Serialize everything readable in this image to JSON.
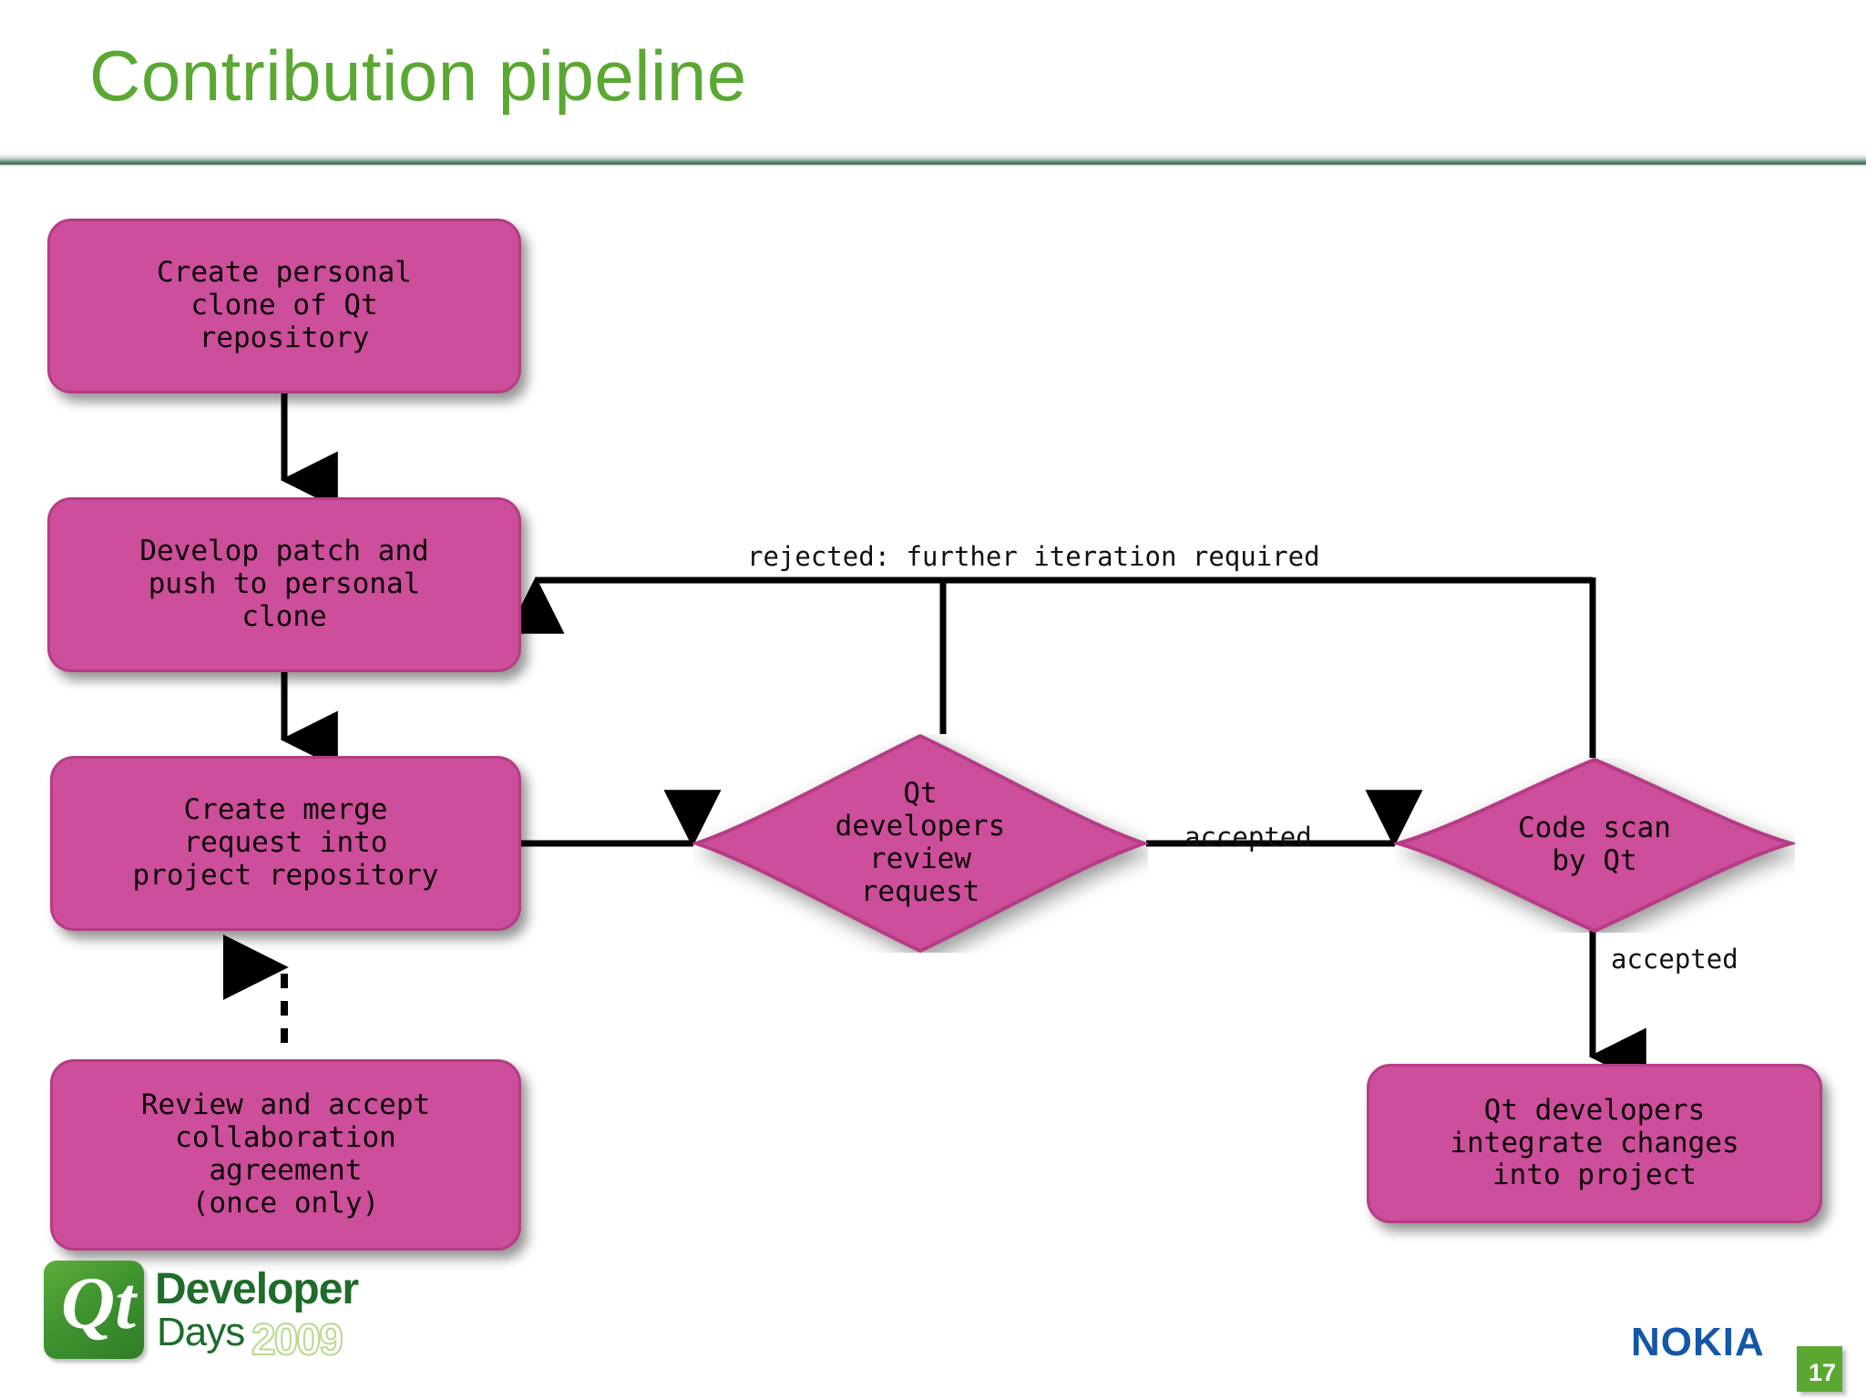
{
  "slide": {
    "title": "Contribution pipeline",
    "page_number": "17",
    "title_color": "#5aa832",
    "node_fill": "#cd4e9b",
    "node_border": "#b53c85"
  },
  "diagram": {
    "type": "flowchart",
    "nodes": [
      {
        "id": "clone",
        "shape": "rounded-rect",
        "label": "Create personal\nclone of Qt\nrepository"
      },
      {
        "id": "develop",
        "shape": "rounded-rect",
        "label": "Develop patch and\npush to personal\nclone"
      },
      {
        "id": "merge",
        "shape": "rounded-rect",
        "label": "Create merge\nrequest into\nproject repository"
      },
      {
        "id": "agreement",
        "shape": "rounded-rect",
        "label": "Review and accept\ncollaboration\nagreement\n(once only)"
      },
      {
        "id": "review",
        "shape": "diamond",
        "label": "Qt\ndevelopers\nreview\nrequest"
      },
      {
        "id": "codescan",
        "shape": "diamond",
        "label": "Code scan\nby Qt"
      },
      {
        "id": "integrate",
        "shape": "rounded-rect",
        "label": "Qt developers\nintegrate changes\ninto project"
      }
    ],
    "edges": [
      {
        "from": "clone",
        "to": "develop",
        "label": "",
        "style": "solid"
      },
      {
        "from": "develop",
        "to": "merge",
        "label": "",
        "style": "solid"
      },
      {
        "from": "agreement",
        "to": "merge",
        "label": "",
        "style": "dashed"
      },
      {
        "from": "merge",
        "to": "review",
        "label": "",
        "style": "solid"
      },
      {
        "from": "review",
        "to": "codescan",
        "label": "accepted",
        "style": "solid"
      },
      {
        "from": "review",
        "to": "develop",
        "label": "rejected: further iteration required",
        "style": "solid"
      },
      {
        "from": "codescan",
        "to": "develop",
        "label": "rejected: further iteration required",
        "style": "solid"
      },
      {
        "from": "codescan",
        "to": "integrate",
        "label": "accepted",
        "style": "solid"
      }
    ],
    "edge_labels": {
      "rejected": "rejected: further iteration required",
      "accepted_review": "accepted",
      "accepted_scan": "accepted"
    }
  },
  "footer": {
    "qt_mark": "Qt",
    "developer": "Developer",
    "days": "Days",
    "year": "2009",
    "nokia": "NOKIA"
  }
}
